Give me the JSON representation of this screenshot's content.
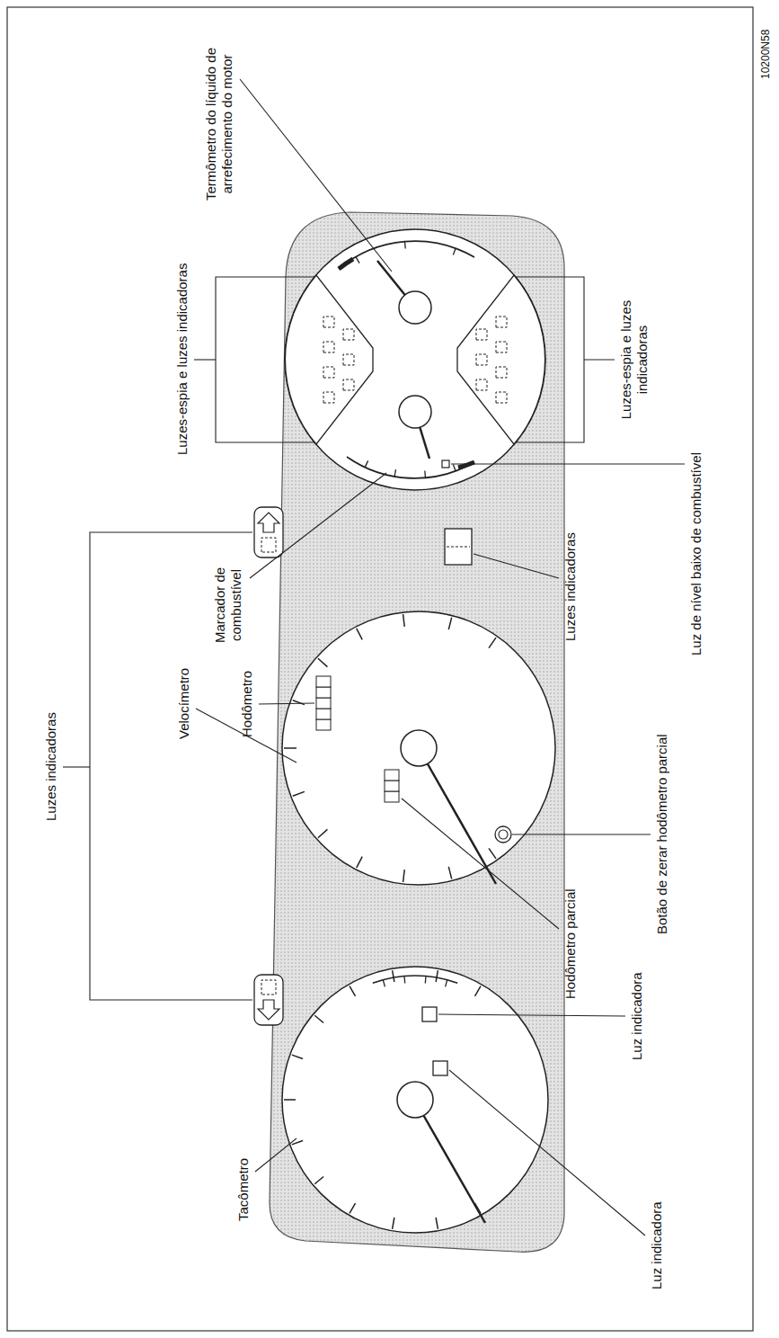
{
  "diagram": {
    "labels": [
      "Luzes indicadoras",
      "Termômetro do líquido de arrefecimento do motor",
      "Velocímetro",
      "Luzes-espia e luzes indicadoras",
      "Hodômetro",
      "Marcador de combustível",
      "Tacômetro",
      "Hodômetro parcial",
      "Luzes indicadoras",
      "Luz indicadora",
      "Botão de zerar hodômetro parcial",
      "Luz indicadora",
      "Luzes-espia e luzes indicadoras",
      "Luz de nível baixo de combustível",
      "10200N58"
    ]
  }
}
